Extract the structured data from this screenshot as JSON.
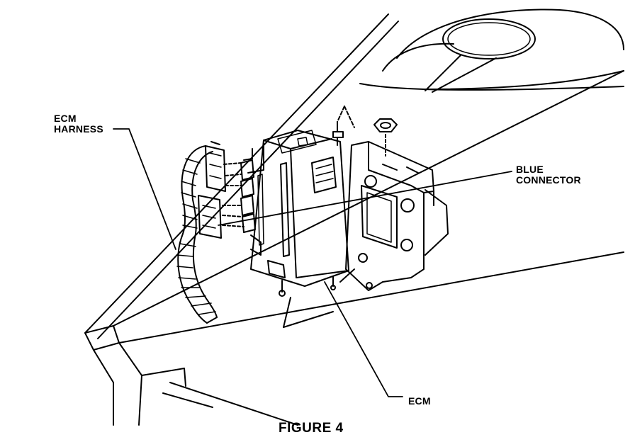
{
  "labels": {
    "ecm_harness_line1": "ECM",
    "ecm_harness_line2": "HARNESS",
    "blue_connector_line1": "BLUE",
    "blue_connector_line2": "CONNECTOR",
    "ecm": "ECM"
  },
  "caption": "FIGURE 4"
}
